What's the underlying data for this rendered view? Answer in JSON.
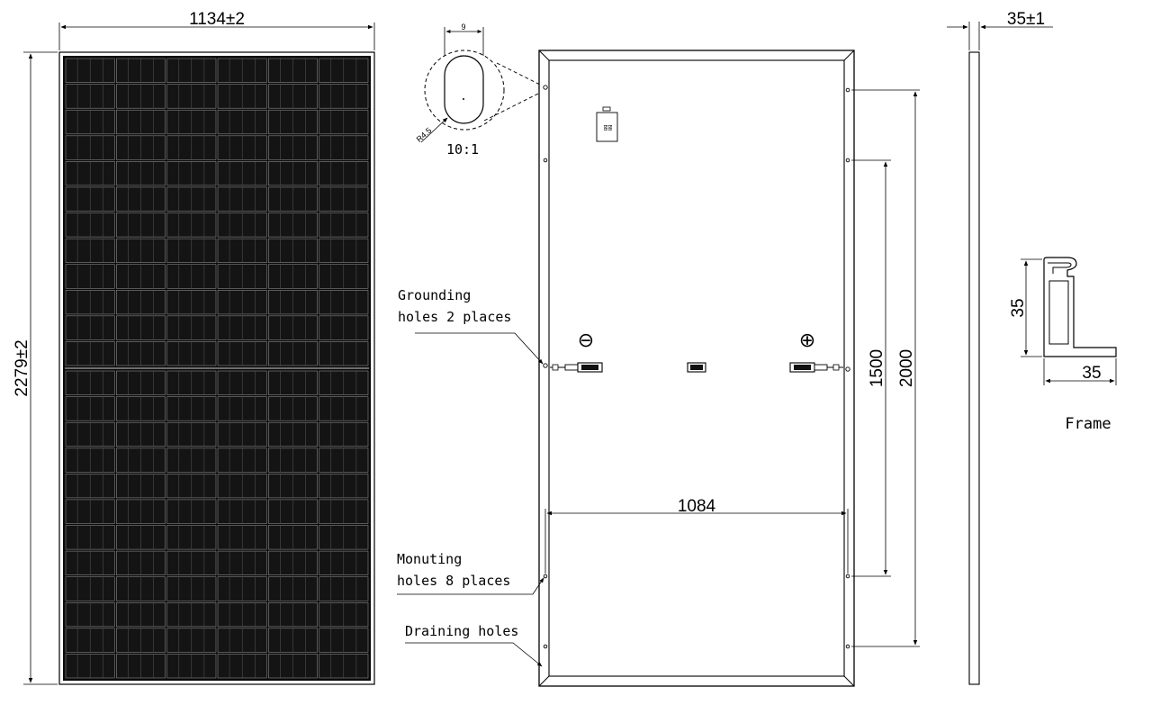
{
  "front": {
    "width_dim": "1134±2",
    "height_dim": "2279±2"
  },
  "detail": {
    "width_dim": "9",
    "radius_dim": "R4.5",
    "scale": "10:1"
  },
  "back": {
    "label_text_1": "BB",
    "label_text_2": "BB",
    "mounting_dim_1500": "1500",
    "mounting_dim_2000": "2000",
    "width_1084": "1084",
    "minus_symbol": "⊖",
    "plus_symbol": "⊕"
  },
  "callouts": {
    "grounding_line1": "Grounding",
    "grounding_line2": "holes 2 places",
    "mounting_line1": "Monuting",
    "mounting_line2": "holes 8 places",
    "draining": "Draining holes"
  },
  "side": {
    "thickness_dim": "35±1"
  },
  "frame": {
    "height_dim": "35",
    "width_dim": "35",
    "caption": "Frame"
  },
  "cells": {
    "columns": 6,
    "rows_per_half": 12,
    "halves": 2
  }
}
